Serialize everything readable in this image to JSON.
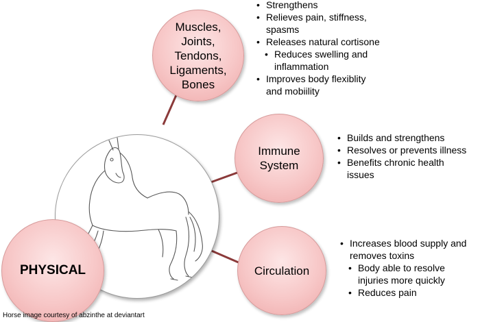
{
  "physical": {
    "label": "PHYSICAL"
  },
  "nodes": [
    {
      "id": "muscles",
      "label": "Muscles,\nJoints,\nTendons,\nLigaments,\nBones",
      "bullets": [
        {
          "text": "Strengthens",
          "level": 0
        },
        {
          "text": "Relieves pain, stiffness,\nspasms",
          "level": 0
        },
        {
          "text": "Releases natural cortisone",
          "level": 0
        },
        {
          "text": "Reduces swelling and\ninflammation",
          "level": 1
        },
        {
          "text": "Improves body flexiblity\nand mobiility",
          "level": 0
        }
      ]
    },
    {
      "id": "immune",
      "label": "Immune\nSystem",
      "bullets": [
        {
          "text": "Builds and strengthens",
          "level": 0
        },
        {
          "text": "Resolves or prevents illness",
          "level": 0
        },
        {
          "text": "Benefits chronic health\nissues",
          "level": 0
        }
      ]
    },
    {
      "id": "circulation",
      "label": "Circulation",
      "bullets": [
        {
          "text": "Increases blood supply and\nremoves toxins",
          "level": 0
        },
        {
          "text": "Body able to resolve\ninjuries more quickly",
          "level": 1
        },
        {
          "text": "Reduces pain",
          "level": 1
        }
      ]
    }
  ],
  "credit": "Horse image courtesy of abzinthe at deviantart",
  "colors": {
    "node_fill": "#f7c7c7",
    "node_border": "#d69a9a",
    "connector": "#8b3a3a"
  }
}
